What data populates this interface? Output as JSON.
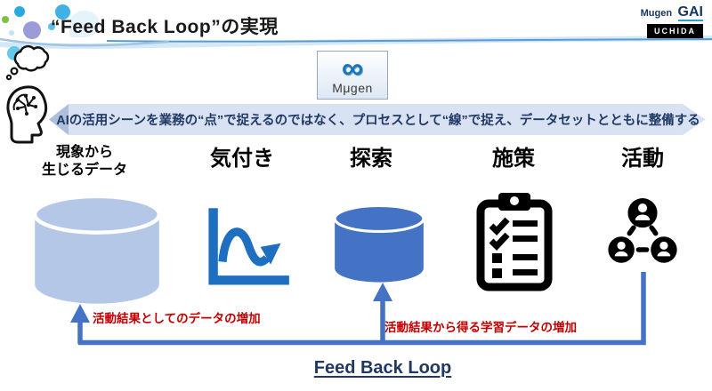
{
  "slide": {
    "title": "“Feed Back Loop”の実現",
    "brand": {
      "mugen": "Mugen",
      "gai": "GAI",
      "uchida": "UCHIDA"
    },
    "logo": {
      "symbol": "∞",
      "name": "Mμgen"
    },
    "banner": "AIの活用シーンを業務の“点”で捉えるのではなく、プロセスとして“線”で捉え、データセットとともに整備する",
    "stages": [
      {
        "label": "現象から\n生じるデータ",
        "icon": "database-light"
      },
      {
        "label": "気付き",
        "icon": "wave-line-chart"
      },
      {
        "label": "探索",
        "icon": "database-blue"
      },
      {
        "label": "施策",
        "icon": "checklist-clipboard"
      },
      {
        "label": "活動",
        "icon": "people-network"
      }
    ],
    "annotations": {
      "left": "活動結果としてのデータの増加",
      "right": "活動結果から得る学習データの増加"
    },
    "loop_label": "Feed Back Loop",
    "colors": {
      "accent_blue": "#4472c4",
      "light_cylinder": "#b4c7e7",
      "blue_cylinder": "#4472c4",
      "banner_bg": "#d9e2f3",
      "navy_text": "#1f3864",
      "red_text": "#c00000",
      "icon_blue": "#1e6fbf"
    }
  }
}
